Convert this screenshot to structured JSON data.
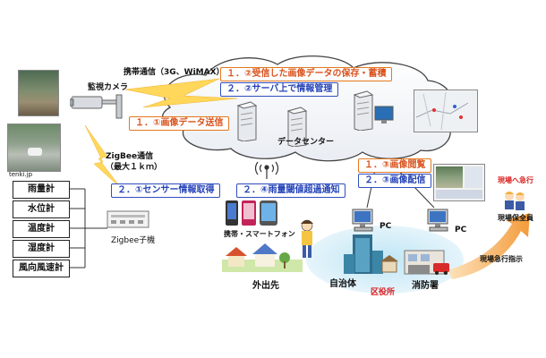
{
  "network": {
    "mobile_label": "携帯通信（3G、WiMAX）網",
    "zigbee_label_1": "ZigBee通信",
    "zigbee_label_2": "（最大１ｋｍ）"
  },
  "camera": {
    "label": "監視カメラ"
  },
  "photo_credit": "tenki.jp",
  "sensors": [
    "雨量計",
    "水位計",
    "温度計",
    "湿度計",
    "風向風速計"
  ],
  "zigbee_child": "Zigbee子機",
  "data_center": "データセンター",
  "steps": {
    "s1_2": "１．②受信した画像データの保存・蓄積",
    "s2_2": "２．②サーバ上で情報管理",
    "s1_1": "１．①画像データ送信",
    "s2_1": "２．①センサー情報取得",
    "s2_4": "２．④雨量閾値超過通知",
    "s1_3": "１．③画像閲覧",
    "s2_3": "２．③画像配信"
  },
  "devices": {
    "mobile": "携帯・スマートフォン",
    "pc1": "PC",
    "pc2": "PC"
  },
  "places": {
    "outside": "外出先",
    "municipality": "自治体",
    "ward_office": "区役所",
    "fire_dept": "消防署"
  },
  "field": {
    "rush": "現場へ急行",
    "staff": "現場保全員",
    "instruction": "現場急行指示"
  },
  "colors": {
    "orange": "#d9531e",
    "blue": "#2442b8",
    "red": "#d81e1e",
    "lightning": "#ffd75a"
  }
}
